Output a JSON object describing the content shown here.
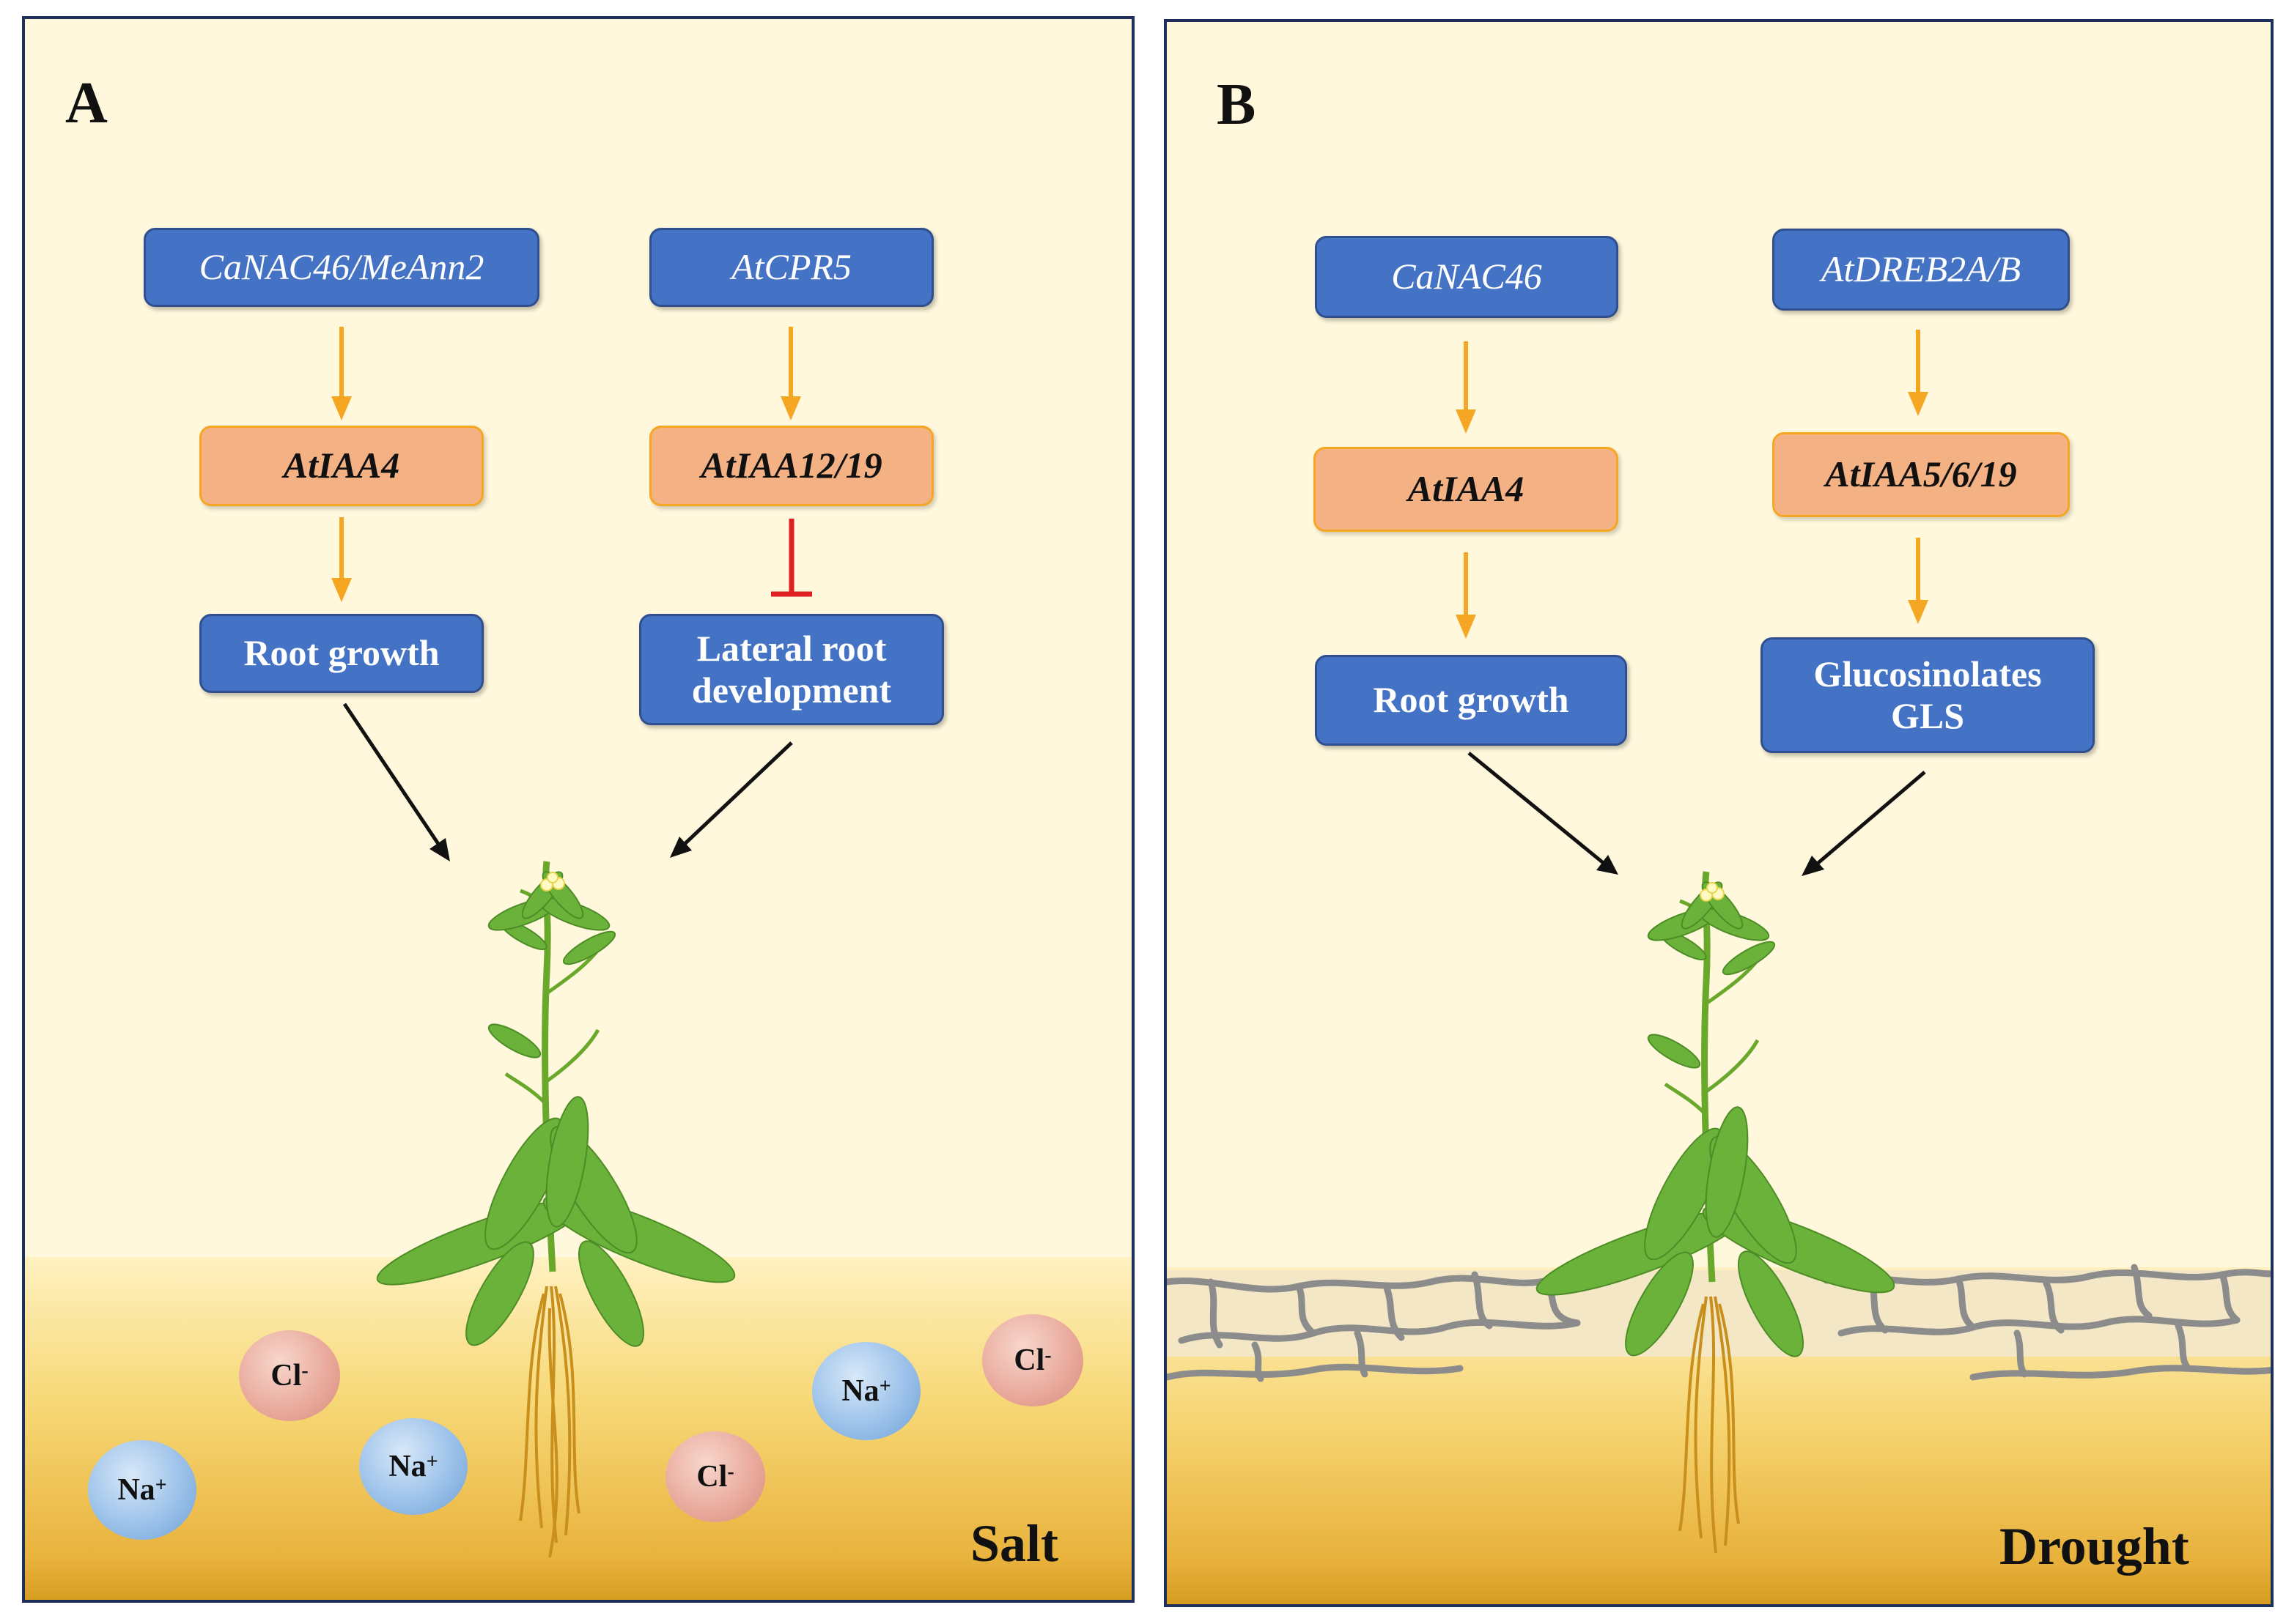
{
  "panel_a": {
    "letter": "A",
    "left_pathway": {
      "gene": "CaNAC46/MeAnn2",
      "target": "AtIAA4",
      "outcome": "Root growth"
    },
    "right_pathway": {
      "gene": "AtCPR5",
      "target": "AtIAA12/19",
      "outcome_line1": "Lateral root",
      "outcome_line2": "development"
    },
    "ions": [
      {
        "symbol": "Cl",
        "charge": "-"
      },
      {
        "symbol": "Na",
        "charge": "+"
      },
      {
        "symbol": "Cl",
        "charge": "-"
      },
      {
        "symbol": "Na",
        "charge": "+"
      },
      {
        "symbol": "Na",
        "charge": "+"
      },
      {
        "symbol": "Cl",
        "charge": "-"
      }
    ],
    "stress_label": "Salt"
  },
  "panel_b": {
    "letter": "B",
    "left_pathway": {
      "gene": "CaNAC46",
      "target": "AtIAA4",
      "outcome": "Root growth"
    },
    "right_pathway": {
      "gene": "AtDREB2A/B",
      "target": "AtIAA5/6/19",
      "outcome_line1": "Glucosinolates",
      "outcome_line2": "GLS"
    },
    "stress_label": "Drought"
  },
  "colors": {
    "blue_box": "#4472c4",
    "orange_box": "#f4b183",
    "arrow_orange": "#f5a623",
    "inhibit_red": "#e02020",
    "background": "#fff8dc"
  }
}
